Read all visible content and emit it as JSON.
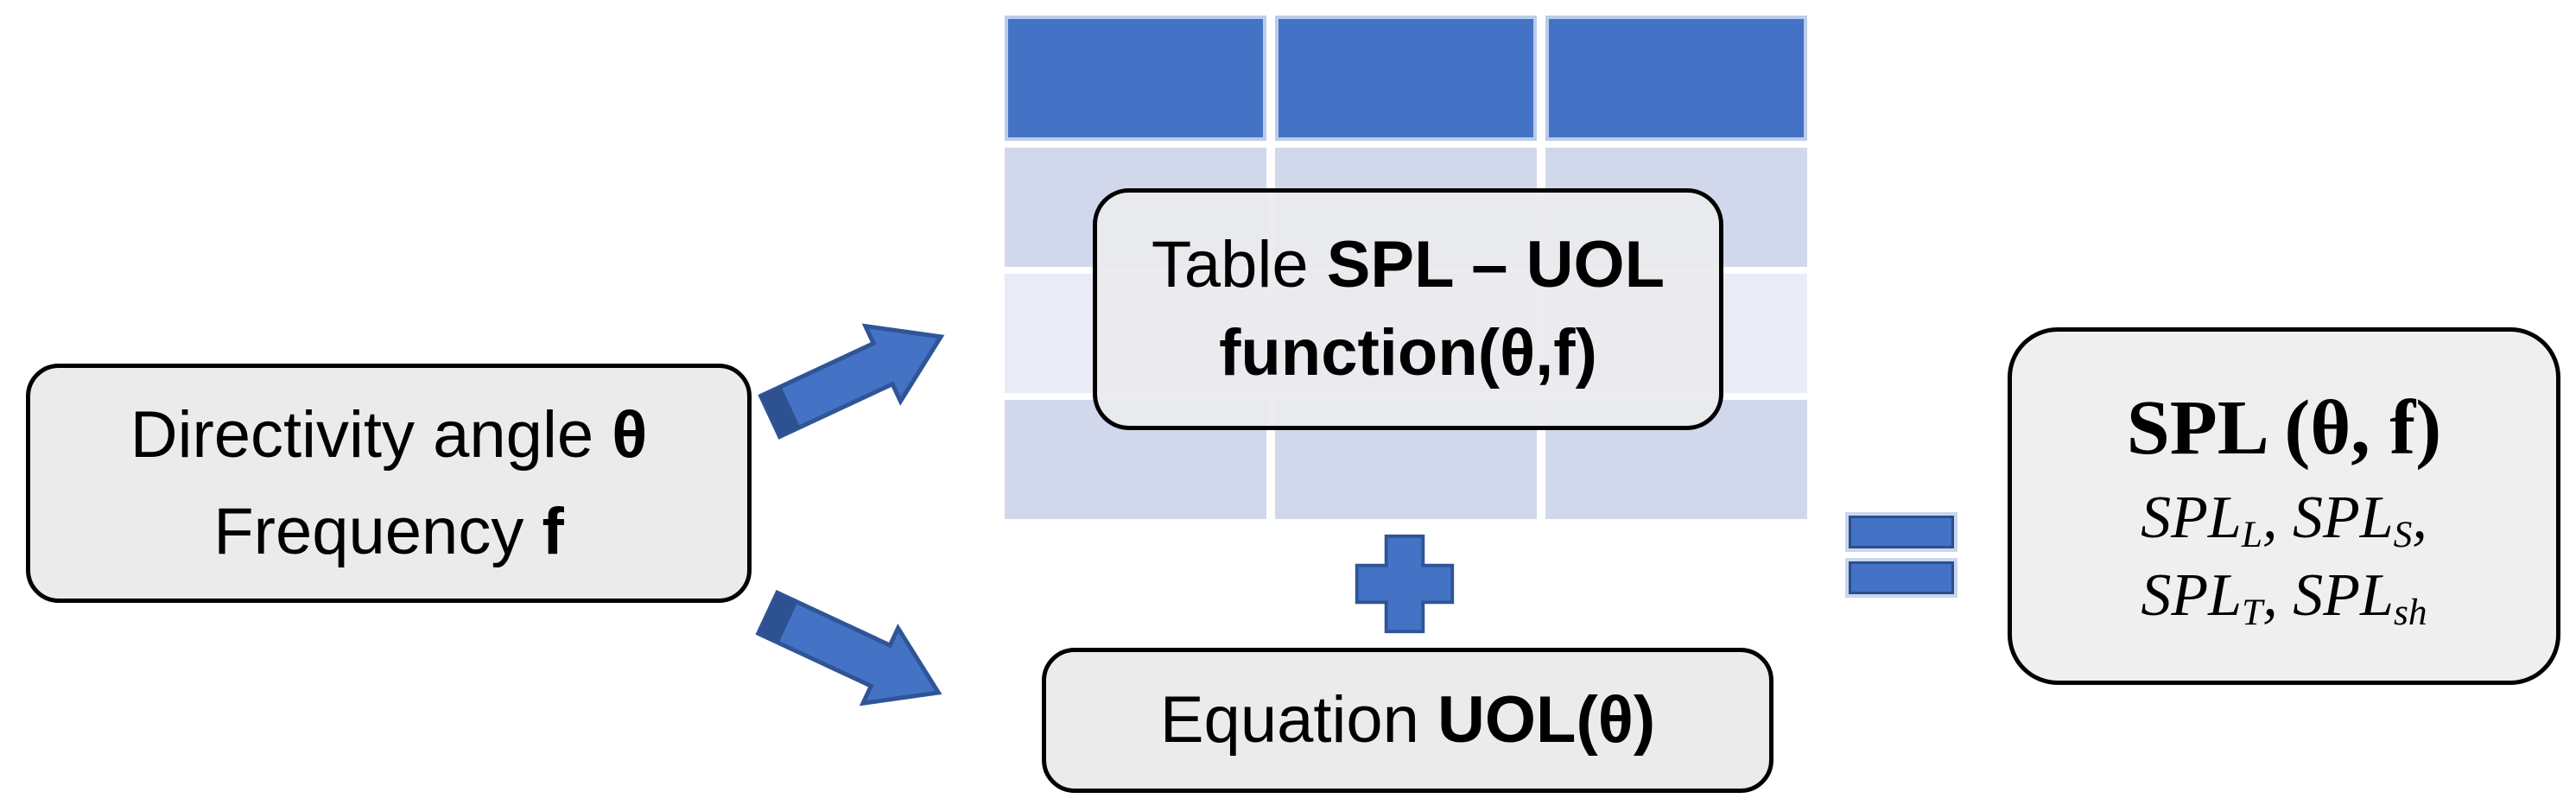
{
  "colors": {
    "accent_blue": "#4472C4",
    "arrow_border": "#2F5597",
    "header_edge": "#BCCBEA",
    "band_medium": "#D2D8EC",
    "band_light": "#E9ECF6",
    "box_fill": "#EBEBEB",
    "box_border": "#000000",
    "equals_halo": "#C9D6EE"
  },
  "input_box": {
    "line1_text": "Directivity angle ",
    "line1_var": "θ",
    "line2_text": "Frequency ",
    "line2_var": "f"
  },
  "table_box": {
    "line1_text": "Table ",
    "line1_bold": "SPL – UOL",
    "line2_bold": "function(θ,f)"
  },
  "equation_box": {
    "text": "Equation ",
    "bold": "UOL(θ)"
  },
  "output_box": {
    "title": "SPL (θ, f)",
    "line2": {
      "a": "SPL",
      "a_sub": "L",
      "b": ", SPL",
      "b_sub": "S",
      "c": ","
    },
    "line3": {
      "a": "SPL",
      "a_sub": "T",
      "b": ", SPL",
      "b_sub": "sh"
    }
  },
  "table": {
    "columns": 3,
    "rows": 4,
    "header_rows": 1,
    "body_band_pattern": [
      "medium",
      "light",
      "medium"
    ],
    "cells_empty": true
  },
  "icons": {
    "arrow_up": "thick-arrow-up-right",
    "arrow_down": "thick-arrow-down-right",
    "plus": "plus-operator",
    "equals": "equals-operator"
  }
}
